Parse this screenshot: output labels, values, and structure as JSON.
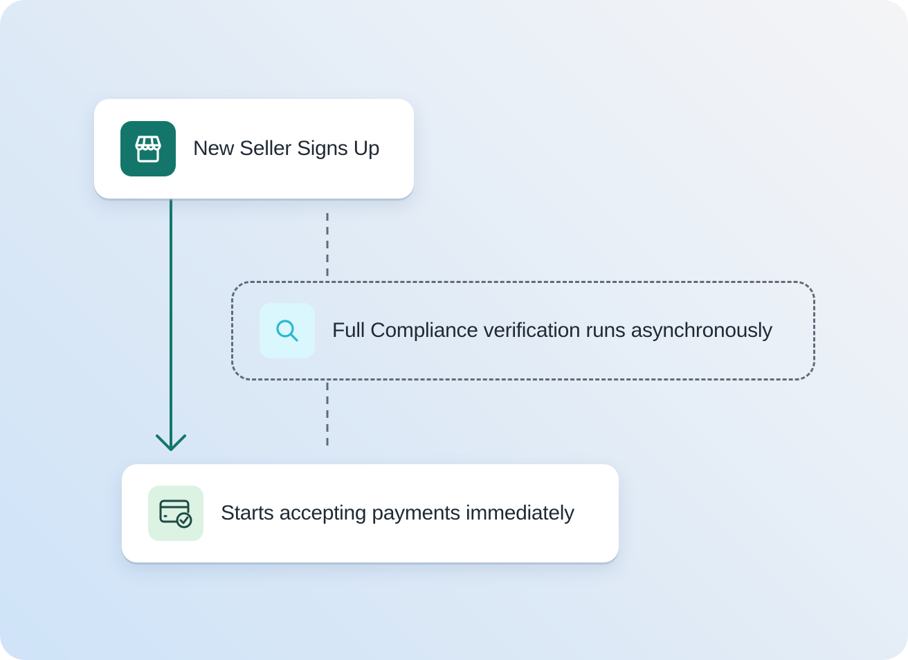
{
  "steps": {
    "signup": {
      "label": "New Seller Signs Up",
      "icon": "storefront-icon",
      "accent": "#14766a"
    },
    "compliance": {
      "label": "Full Compliance verification runs asynchronously",
      "icon": "search-icon",
      "accent": "#2cb7d0"
    },
    "payments": {
      "label": "Starts accepting payments immediately",
      "icon": "card-check-icon",
      "accent": "#1d4a44"
    }
  },
  "colors": {
    "arrow": "#14766a",
    "dashed": "#5f6b78"
  }
}
